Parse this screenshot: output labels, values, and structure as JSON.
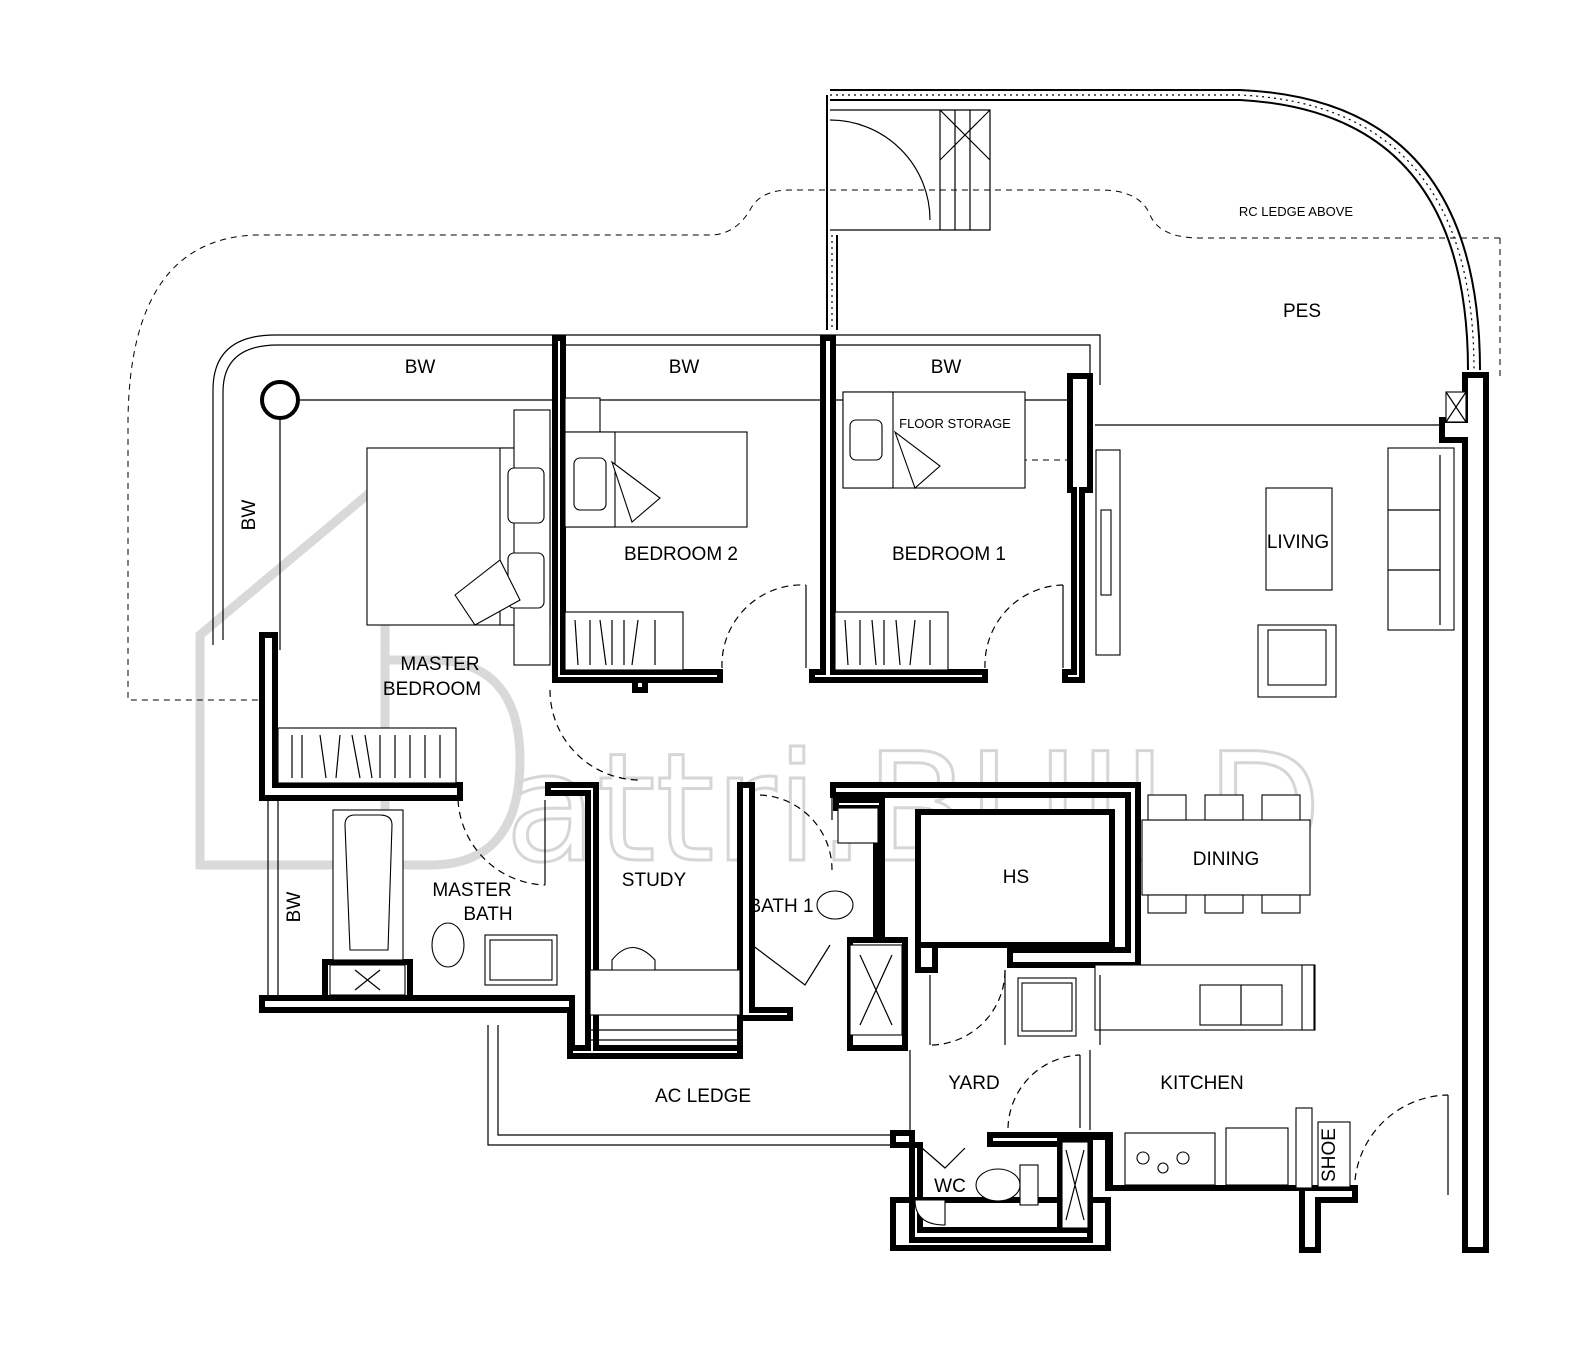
{
  "rooms": {
    "master_bedroom_line1": "MASTER",
    "master_bedroom_line2": "BEDROOM",
    "bedroom2": "BEDROOM 2",
    "bedroom1": "BEDROOM 1",
    "living": "LIVING",
    "dining": "DINING",
    "hs": "HS",
    "study": "STUDY",
    "bath1": "BATH 1",
    "master_bath_line1": "MASTER",
    "master_bath_line2": "BATH",
    "yard": "YARD",
    "kitchen": "KITCHEN",
    "wc": "WC",
    "shoe": "SHOE",
    "ac_ledge": "AC LEDGE",
    "pes": "PES",
    "floor_storage": "FLOOR STORAGE",
    "rc_ledge": "RC LEDGE ABOVE"
  },
  "bay_windows": {
    "bw_master_top": "BW",
    "bw_bedroom2": "BW",
    "bw_bedroom1": "BW",
    "bw_master_side": "BW",
    "bw_bath": "BW"
  },
  "watermark": {
    "text": "attri.BUILD"
  },
  "colors": {
    "wall": "#000000",
    "background": "#ffffff",
    "watermark": "#d6d6d6"
  }
}
